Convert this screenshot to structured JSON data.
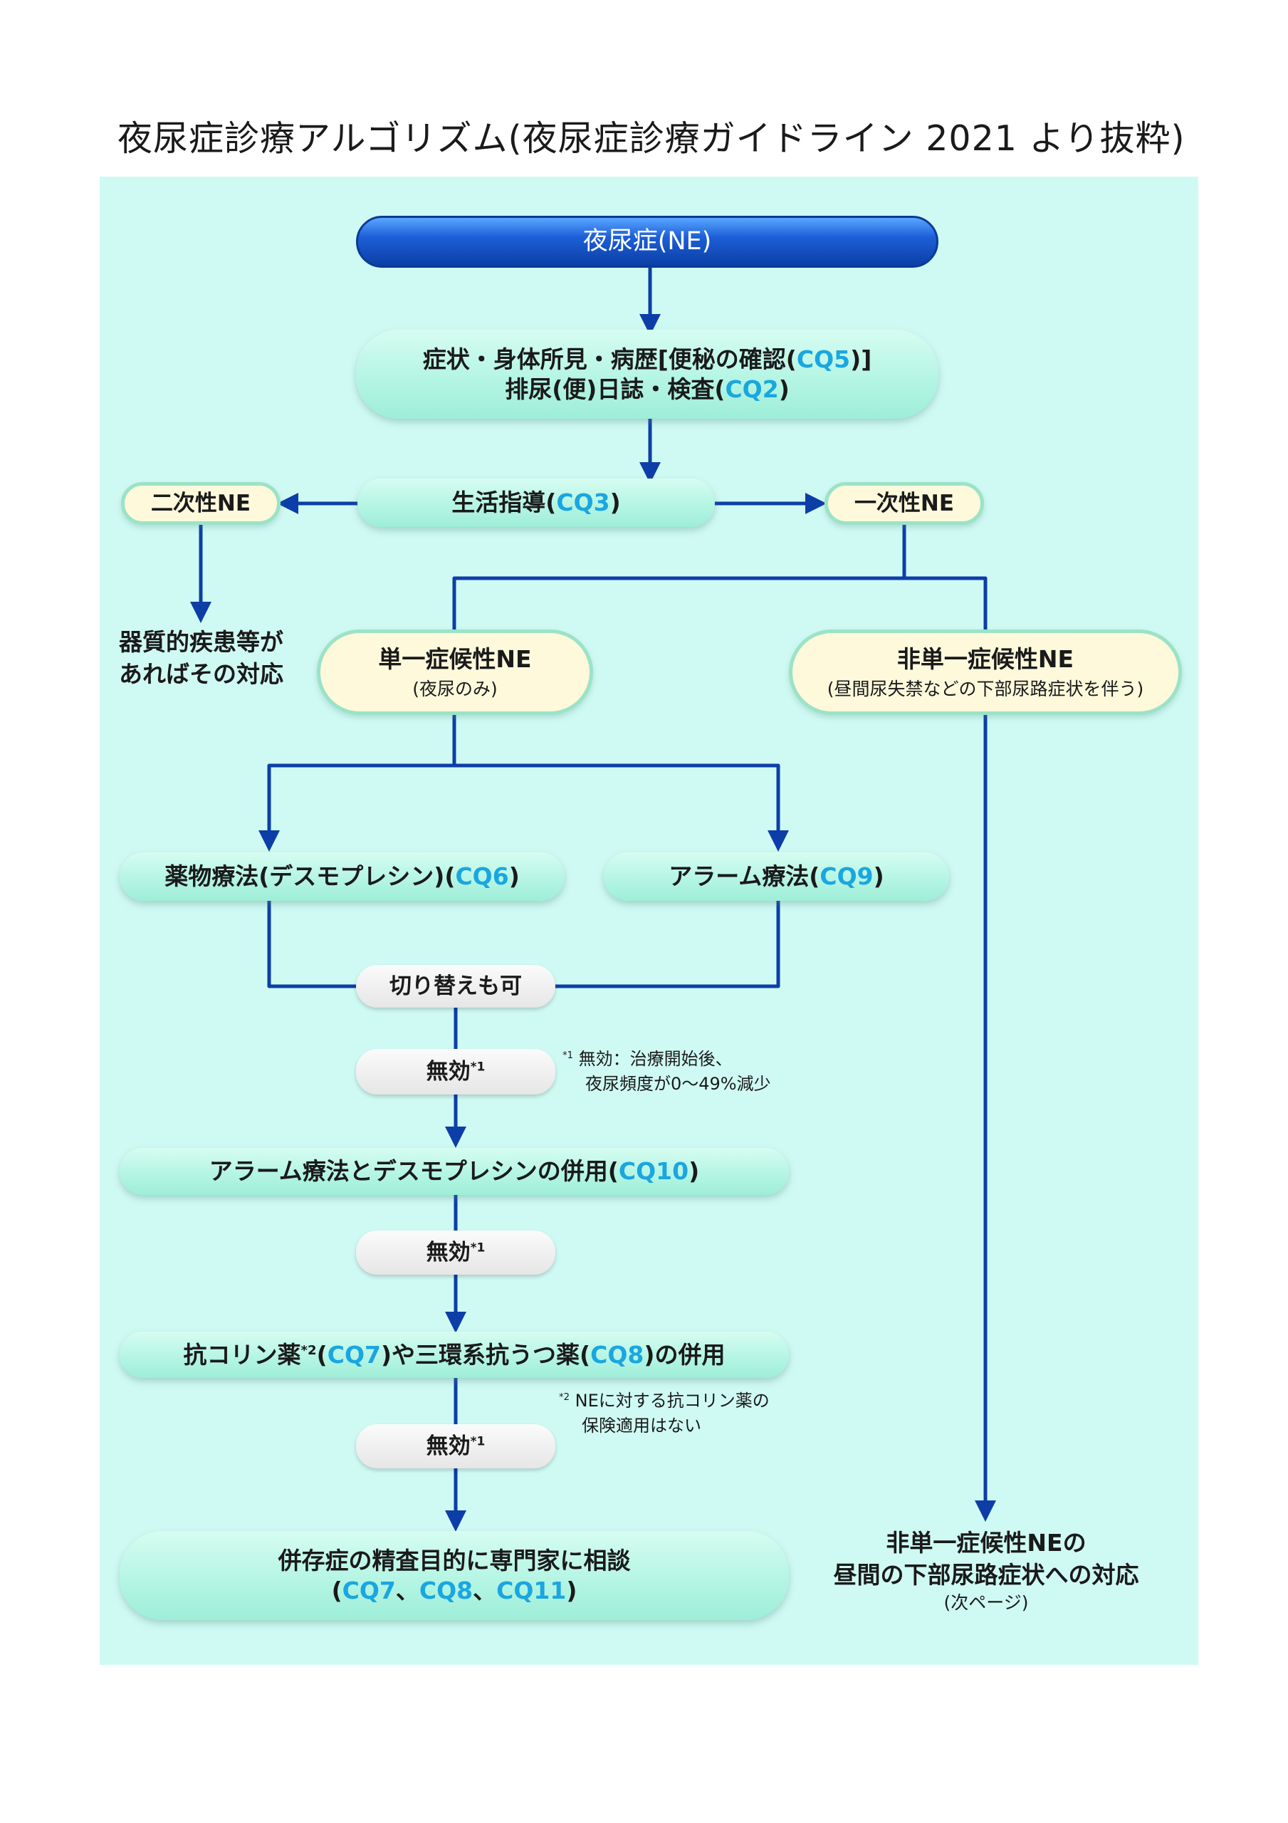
{
  "title": "夜尿症診療アルゴリズム(夜尿症診療ガイドライン 2021 より抜粋)",
  "nodes": {
    "ne": "夜尿症(NE)",
    "symptoms_line1": "症状・身体所見・病歴[便秘の確認(",
    "symptoms_line1_cq": "CQ5",
    "symptoms_line1_end": ")]",
    "symptoms_line2": "排尿(便)日誌・検査(",
    "symptoms_line2_cq": "CQ2",
    "symptoms_line2_end": ")",
    "lifestyle": "生活指導(",
    "lifestyle_cq": "CQ3",
    "lifestyle_end": ")",
    "secondary": "二次性NE",
    "primary": "一次性NE",
    "organic_line1": "器質的疾患等が",
    "organic_line2": "あればその対応",
    "mono": "単一症候性NE",
    "mono_sub": "(夜尿のみ)",
    "nonmono": "非単一症候性NE",
    "nonmono_sub": "(昼間尿失禁などの下部尿路症状を伴う)",
    "drug": "薬物療法(デスモプレシン)(",
    "drug_cq": "CQ6",
    "drug_end": ")",
    "alarm": "アラーム療法(",
    "alarm_cq": "CQ9",
    "alarm_end": ")",
    "switch": "切り替えも可",
    "ineffective": "無効",
    "ineffective_mark": "*1",
    "combo": "アラーム療法とデスモプレシンの併用(",
    "combo_cq": "CQ10",
    "combo_end": ")",
    "anti_a": "抗コリン薬",
    "anti_mark": "*2",
    "anti_b": "(",
    "anti_cq1": "CQ7",
    "anti_c": ")や三環系抗うつ薬(",
    "anti_cq2": "CQ8",
    "anti_d": ")の併用",
    "consult_line1": "併存症の精査目的に専門家に相談",
    "consult_open": "(",
    "consult_cq1": "CQ7",
    "consult_sep1": "、",
    "consult_cq2": "CQ8",
    "consult_sep2": "、",
    "consult_cq3": "CQ11",
    "consult_close": ")",
    "daytime_line1": "非単一症候性NEの",
    "daytime_line2": "昼間の下部尿路症状への対応",
    "daytime_sub": "(次ページ)"
  },
  "notes": {
    "n1_mark": "*1",
    "n1_line1": "無効：治療開始後、",
    "n1_line2": "夜尿頻度が0〜49%減少",
    "n2_mark": "*2",
    "n2_line1": "NEに対する抗コリン薬の",
    "n2_line2": "保険適用はない"
  },
  "colors": {
    "arrow": "#0d3ea8",
    "panel": "#cffaf3",
    "cq_text": "#1aa6e0",
    "header_node": "#1d5fd8"
  }
}
